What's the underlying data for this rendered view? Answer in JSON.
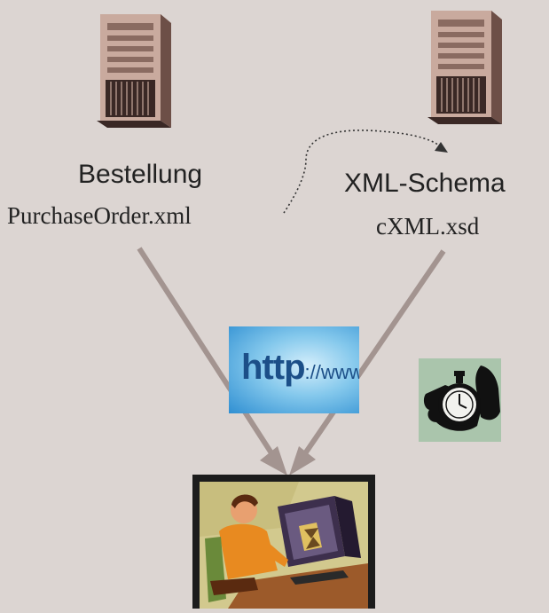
{
  "diagram": {
    "left_node": {
      "title": "Bestellung",
      "file": "PurchaseOrder.xml",
      "icon": "server-tower-icon"
    },
    "right_node": {
      "title": "XML-Schema",
      "file": "cXML.xsd",
      "icon": "server-tower-icon"
    },
    "http_graphic": {
      "text_big": "http",
      "text_small": "://www",
      "icon": "http-banner-icon"
    },
    "stopwatch": {
      "icon": "stopwatch-hand-icon"
    },
    "client": {
      "icon": "user-at-computer-icon"
    },
    "colors": {
      "background": "#dcd5d2",
      "arrow": "#a39490",
      "dotted_link": "#333333"
    }
  }
}
